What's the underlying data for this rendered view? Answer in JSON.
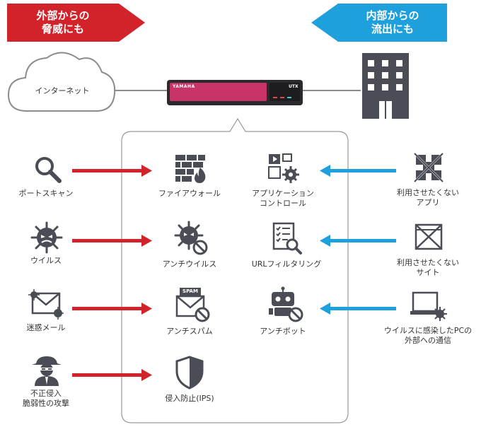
{
  "banners": {
    "outside": {
      "line1": "外部からの",
      "line2": "脅威にも"
    },
    "inside": {
      "line1": "内部からの",
      "line2": "流出にも"
    }
  },
  "network": {
    "cloud_label": "インターネット",
    "router_brand": "YAMAHA",
    "router_model": "UTX"
  },
  "threats": [
    {
      "icon": "magnifier-icon",
      "lines": [
        "ポートスキャン"
      ]
    },
    {
      "icon": "virus-icon",
      "lines": [
        "ウイルス"
      ]
    },
    {
      "icon": "spam-mail-icon",
      "lines": [
        "迷惑メール"
      ]
    },
    {
      "icon": "intruder-icon",
      "lines": [
        "不正侵入",
        "脆弱性の攻撃"
      ]
    }
  ],
  "defenses_left": [
    {
      "icon": "firewall-icon",
      "lines": [
        "ファイアウォール"
      ]
    },
    {
      "icon": "antivirus-icon",
      "lines": [
        "アンチウイルス"
      ]
    },
    {
      "icon": "antispam-icon",
      "lines": [
        "アンチスパム"
      ],
      "badge": "SPAM"
    },
    {
      "icon": "shield-icon",
      "lines": [
        "侵入防止(IPS)"
      ]
    }
  ],
  "defenses_right": [
    {
      "icon": "app-control-icon",
      "lines": [
        "アプリケーション",
        "コントロール"
      ]
    },
    {
      "icon": "url-filter-icon",
      "lines": [
        "URLフィルタリング"
      ]
    },
    {
      "icon": "antibot-icon",
      "lines": [
        "アンチボット"
      ]
    }
  ],
  "internal_risks": [
    {
      "icon": "blocked-app-icon",
      "lines": [
        "利用させたくない",
        "アプリ"
      ]
    },
    {
      "icon": "blocked-site-icon",
      "lines": [
        "利用させたくない",
        "サイト"
      ]
    },
    {
      "icon": "infected-pc-icon",
      "lines": [
        "ウイルスに感染したPCの",
        "外部への通信"
      ]
    }
  ],
  "colors": {
    "red": "#d2232a",
    "blue": "#1ea0dc",
    "icon": "#4a4d55",
    "router": "#c8336a",
    "line": "#8c8c8c"
  }
}
